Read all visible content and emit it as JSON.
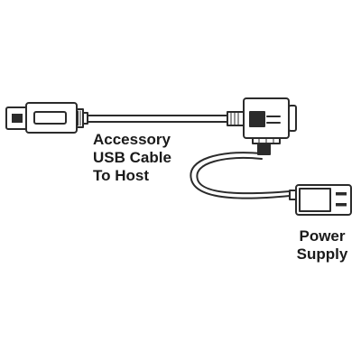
{
  "diagram": {
    "labels": {
      "usb_cable": {
        "line1": "Accessory",
        "line2": "USB Cable",
        "line3": "To Host"
      },
      "power_supply": {
        "line1": "Power",
        "line2": "Supply"
      }
    }
  }
}
